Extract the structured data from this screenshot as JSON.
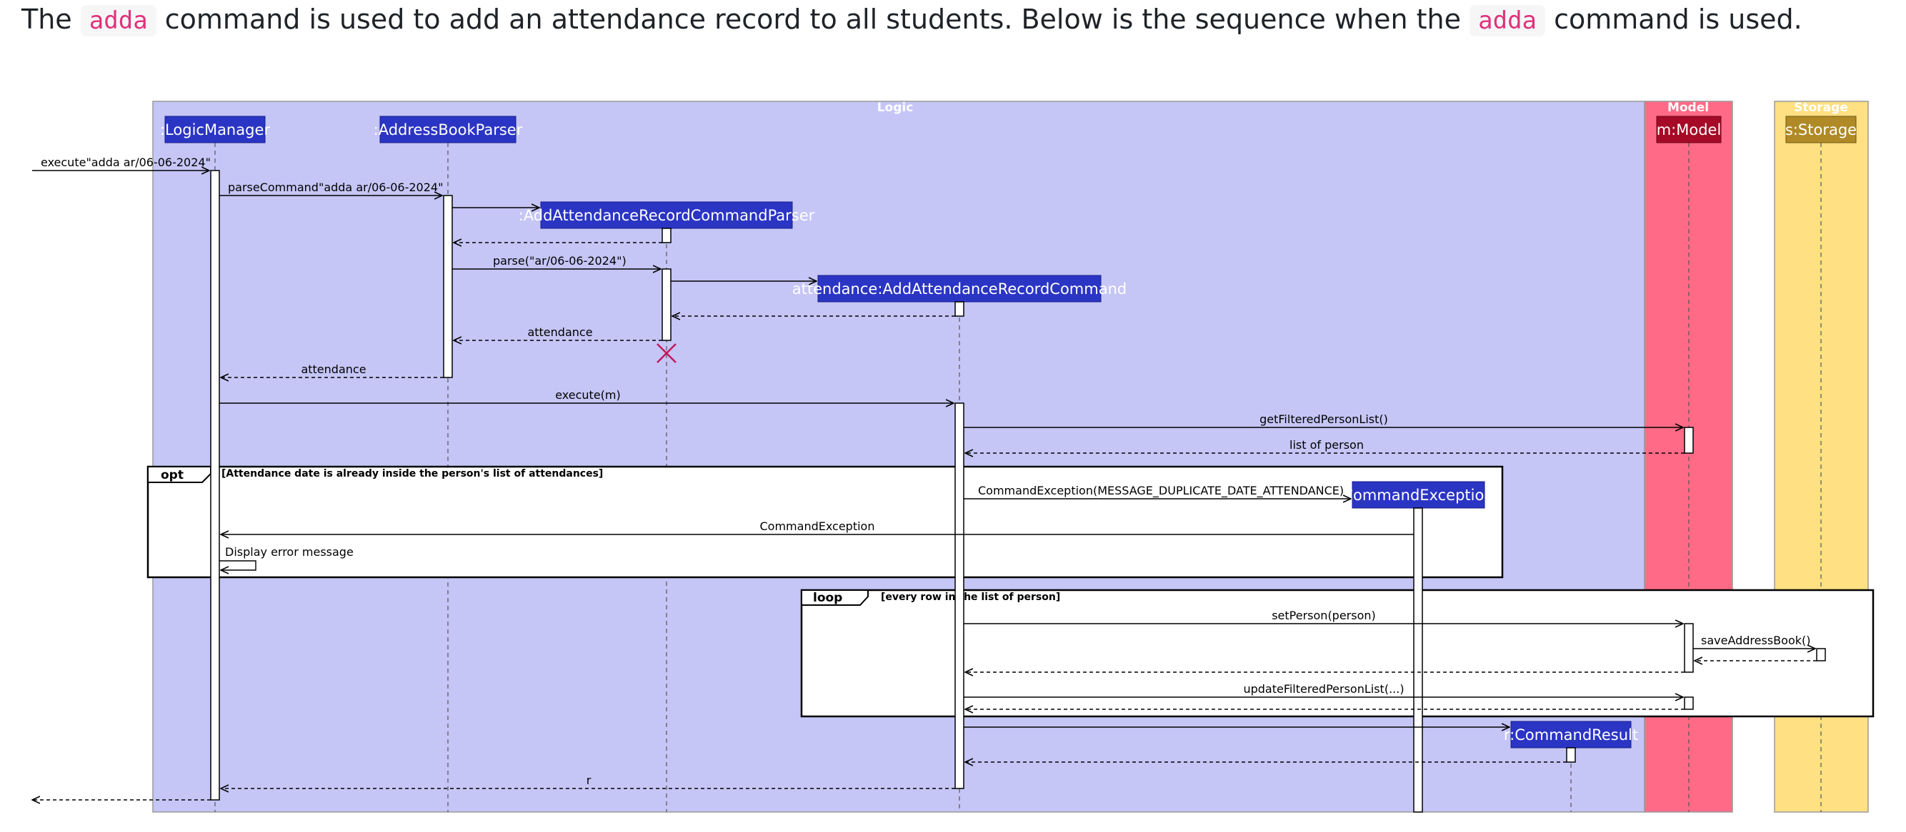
{
  "intro": {
    "part1": "The",
    "code1": "adda",
    "part2": "command is used to add an attendance record to all students. Below is the sequence when the",
    "code2": "adda",
    "part3": "command is used."
  },
  "groups": {
    "logic": "Logic",
    "model": "Model",
    "storage": "Storage"
  },
  "participants": {
    "logic_manager": ":LogicManager",
    "address_book_parser": ":AddressBookParser",
    "command_parser": ":AddAttendanceRecordCommandParser",
    "command": "attendance:AddAttendanceRecordCommand",
    "command_exception": "CommandException",
    "command_result": "r:CommandResult",
    "model": "m:Model",
    "storage": "s:Storage"
  },
  "messages": {
    "execute": "execute\"adda ar/06-06-2024\"",
    "parse_command": "parseCommand\"adda ar/06-06-2024\"",
    "parse": "parse(\"ar/06-06-2024\")",
    "return_attendance_1": "attendance",
    "return_attendance_2": "attendance",
    "execute_m": "execute(m)",
    "get_filtered": "getFilteredPersonList()",
    "list_of_person": "list of person",
    "create_exception": "CommandException(MESSAGE_DUPLICATE_DATE_ATTENDANCE)",
    "exception_return": "CommandException",
    "display_error": "Display error message",
    "set_person": "setPerson(person)",
    "save_address_book": "saveAddressBook()",
    "update_filtered": "updateFilteredPersonList(...)",
    "return_r": "r"
  },
  "fragments": {
    "opt_label": "opt",
    "opt_guard": "[Attendance date is already inside the person's list of attendances]",
    "loop_label": "loop",
    "loop_guard": "[every row in the list of person]"
  },
  "colors": {
    "logic_bg": "#c5c6f6",
    "model_bg": "#ff6b86",
    "storage_bg": "#ffe082",
    "participant": "#2b35c4",
    "model_participant": "#a50a26",
    "storage_participant": "#b08a26",
    "destroy": "#c2185b"
  }
}
